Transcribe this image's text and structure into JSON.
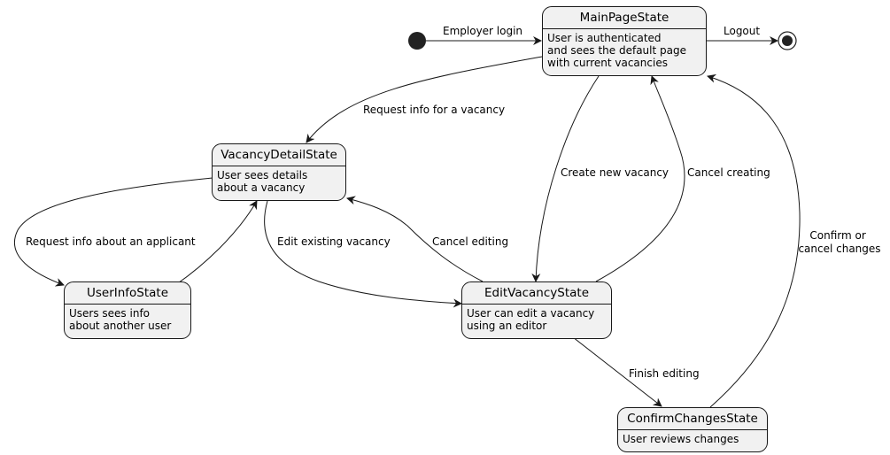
{
  "states": {
    "main_page": {
      "title": "MainPageState",
      "description": [
        "User is authenticated",
        "and sees the default page",
        "with current vacancies"
      ]
    },
    "vacancy_detail": {
      "title": "VacancyDetailState",
      "description": [
        "User sees details",
        "about a vacancy"
      ]
    },
    "user_info": {
      "title": "UserInfoState",
      "description": [
        "Users sees info",
        "about another user"
      ]
    },
    "edit_vacancy": {
      "title": "EditVacancyState",
      "description": [
        "User can edit a vacancy",
        "using an editor"
      ]
    },
    "confirm_changes": {
      "title": "ConfirmChangesState",
      "description": [
        "User reviews changes"
      ]
    }
  },
  "transitions": {
    "employer_login": "Employer login",
    "logout": "Logout",
    "request_vacancy_info": "Request info for a vacancy",
    "create_new_vacancy": "Create new vacancy",
    "cancel_creating": "Cancel creating",
    "confirm_or_cancel": [
      "Confirm or",
      "cancel changes"
    ],
    "request_applicant_info": "Request info about an applicant",
    "edit_existing_vacancy": "Edit existing vacancy",
    "cancel_editing": "Cancel editing",
    "finish_editing": "Finish editing"
  }
}
